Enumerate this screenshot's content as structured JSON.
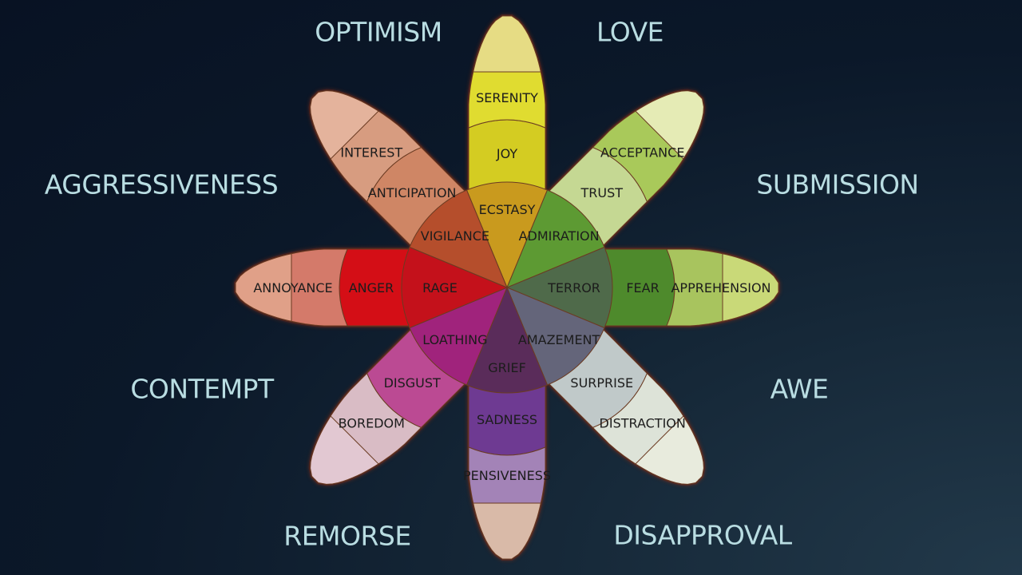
{
  "title": "Plutchik's Wheel of Emotions",
  "dyads": [
    {
      "id": "optimism",
      "label": "OPTIMISM"
    },
    {
      "id": "love",
      "label": "LOVE"
    },
    {
      "id": "submission",
      "label": "SUBMISSION"
    },
    {
      "id": "awe",
      "label": "AWE"
    },
    {
      "id": "disapproval",
      "label": "DISAPPROVAL"
    },
    {
      "id": "remorse",
      "label": "REMORSE"
    },
    {
      "id": "contempt",
      "label": "CONTEMPT"
    },
    {
      "id": "aggressiveness",
      "label": "AGGRESSIVENESS"
    }
  ],
  "petals": [
    {
      "id": "joy",
      "direction": "up",
      "intense": "ECSTASY",
      "basic": "JOY",
      "mild": "SERENITY",
      "colors": {
        "intense": "#c99a1e",
        "basic": "#d4cc22",
        "mild": "#e0dc30",
        "tip": "#e6dc84"
      }
    },
    {
      "id": "trust",
      "direction": "up-right",
      "intense": "ADMIRATION",
      "basic": "TRUST",
      "mild": "ACCEPTANCE",
      "colors": {
        "intense": "#5d9a33",
        "basic": "#c5d893",
        "mild": "#a9c95a",
        "tip": "#e5ebb5"
      }
    },
    {
      "id": "fear",
      "direction": "right",
      "intense": "TERROR",
      "basic": "FEAR",
      "mild": "APPREHENSION",
      "colors": {
        "intense": "#4f6a4a",
        "basic": "#4e8a2c",
        "mild": "#a8c45e",
        "tip": "#c9d978"
      }
    },
    {
      "id": "surprise",
      "direction": "down-right",
      "intense": "AMAZEMENT",
      "basic": "SURPRISE",
      "mild": "DISTRACTION",
      "colors": {
        "intense": "#64657a",
        "basic": "#c0c9c9",
        "mild": "#dde3d8",
        "tip": "#e8ebdd"
      }
    },
    {
      "id": "sadness",
      "direction": "down",
      "intense": "GRIEF",
      "basic": "SADNESS",
      "mild": "PENSIVENESS",
      "colors": {
        "intense": "#5a2c5a",
        "basic": "#6e3a92",
        "mild": "#a383b7",
        "tip": "#d9baa8"
      }
    },
    {
      "id": "disgust",
      "direction": "down-left",
      "intense": "LOATHING",
      "basic": "DISGUST",
      "mild": "BOREDOM",
      "colors": {
        "intense": "#a0237c",
        "basic": "#bb4a93",
        "mild": "#d9bcc5",
        "tip": "#e2c8d2"
      }
    },
    {
      "id": "anger",
      "direction": "left",
      "intense": "RAGE",
      "basic": "ANGER",
      "mild": "ANNOYANCE",
      "colors": {
        "intense": "#c4111b",
        "basic": "#d40e16",
        "mild": "#d47a6a",
        "tip": "#e0a088"
      }
    },
    {
      "id": "anticipation",
      "direction": "up-left",
      "intense": "VIGILANCE",
      "basic": "ANTICIPATION",
      "mild": "INTEREST",
      "colors": {
        "intense": "#b54e2c",
        "basic": "#cf8665",
        "mild": "#d79c80",
        "tip": "#e4b39c"
      }
    }
  ],
  "colors": {
    "dyad_text": "#b9dde2",
    "label_text": "#1c1c1c",
    "outline": "#6b3b22"
  }
}
